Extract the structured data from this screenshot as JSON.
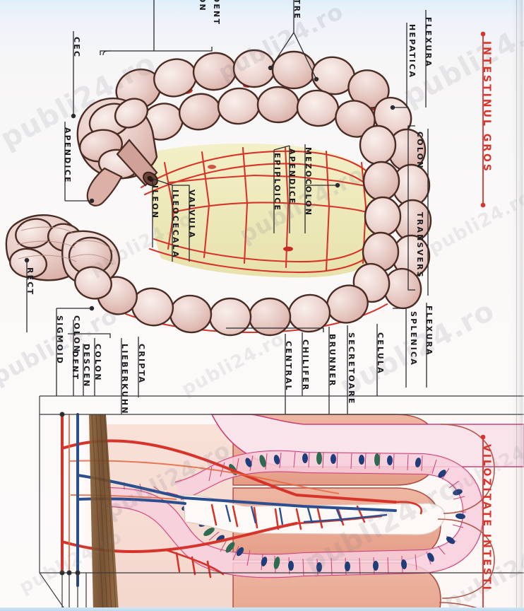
{
  "page": {
    "title": "Intestinul gros si vilozitate intestinala",
    "watermark_text": "publi24.ro",
    "background_color": "#fbf9f8",
    "ink_color": "#1c1c20",
    "red_ink_color": "#d8342c"
  },
  "sections": [
    {
      "name": "upper",
      "heading": "INTESTINUL GROS",
      "heading_color": "#d8342c"
    },
    {
      "name": "lower",
      "heading": "VILOZITATE INTESTI",
      "heading_color": "#d8342c"
    }
  ],
  "labels": {
    "cec": "CEC",
    "colon_ascendent_line1": "ON",
    "colon_ascendent_line2": "DENT",
    "haustre": "TRE",
    "flexura_hepatica_line1": "FLEXURA",
    "flexura_hepatica_line2": "HEPATICA",
    "colon_transvers_line1": "COLON",
    "colon_transvers_line2": "TRANSVERS",
    "flexura_splenica_line1": "FLEXURA",
    "flexura_splenica_line2": "SPLENICA",
    "apendice": "APENDICE",
    "ileon": "ILEON",
    "valvula_line1": "VALVULA",
    "valvula_line2": "ILEOCECALA",
    "apendice_epiploice_line1": "APENDICE",
    "apendice_epiploice_line2": "EPIPLOICE",
    "mezocolon": "MEZOCOLON",
    "rect": "RECT",
    "colon_sigmoid_line1": "COLON",
    "colon_sigmoid_line2": "SIGMOID",
    "cripta_line1": "CRIPTA",
    "cripta_line2": "LIEBERKUHN",
    "colon_descendent_line1": "COLON",
    "colon_descendent_line2": "DESCEN",
    "colon_descendent_line3": "DENT",
    "chilifer_line1": "CHILIFER",
    "chilifer_line2": "CENTRAL",
    "brunner": "BRUNNER",
    "celula_line1": "CELULA",
    "celula_line2": "SECRETOARE",
    "intestinul_gros": "INTESTINUL GROS",
    "vilozitate": "VILOZITATE INTESTI"
  },
  "colors": {
    "colon_wall_outline": "#4a2c24",
    "colon_fill": "#e4c3bd",
    "colon_fill_light": "#efdad5",
    "mesentery_fill": "#efeabb",
    "vessel_red": "#d6342b",
    "vessel_blue": "#2b4f8e",
    "nerve_brown": "#7a5534",
    "epithelium_pink": "#f3c6d6",
    "epithelium_outline": "#c9417a",
    "nucleus_blue": "#1f3d78",
    "goblet_green": "#2f6b52",
    "mucosa_salmon": "#e9a792",
    "lacteal_white": "#fbf6f3"
  }
}
